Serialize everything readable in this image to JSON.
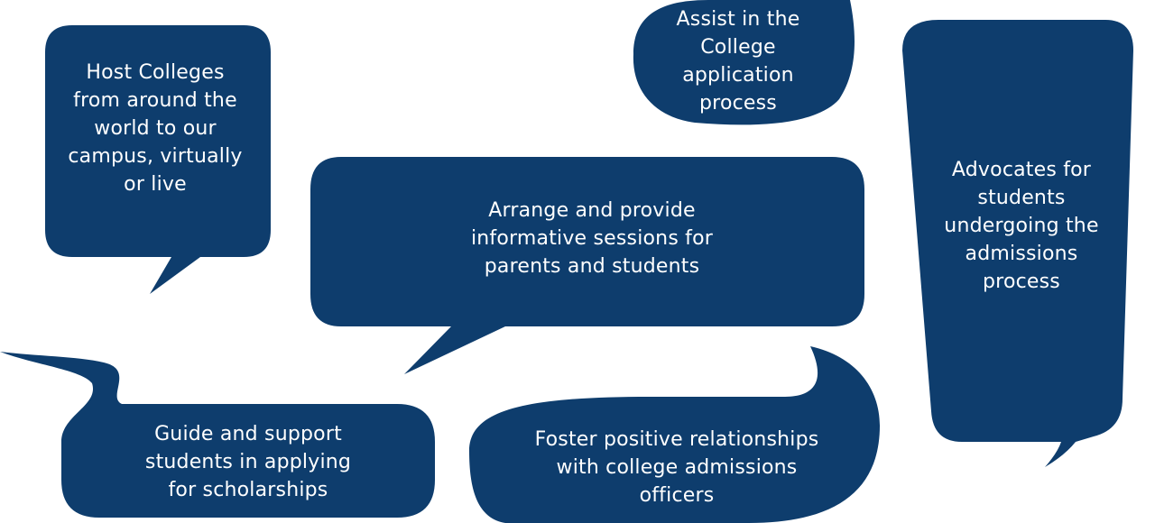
{
  "colors": {
    "bubble_fill": "#0e3d6d",
    "text": "#ffffff",
    "background": "#ffffff"
  },
  "bubbles": [
    {
      "id": "host",
      "lines": [
        "Host Colleges",
        "from around the",
        "world to our",
        "campus, virtually",
        "or live"
      ]
    },
    {
      "id": "assist",
      "lines": [
        "Assist in the",
        "College",
        "application",
        "process"
      ]
    },
    {
      "id": "arrange",
      "lines": [
        "Arrange and provide",
        "informative sessions for",
        "parents and students"
      ]
    },
    {
      "id": "advocate",
      "lines": [
        "Advocates for",
        "students",
        "undergoing the",
        "admissions",
        "process"
      ]
    },
    {
      "id": "guide",
      "lines": [
        "Guide and support",
        "students in applying",
        "for scholarships"
      ]
    },
    {
      "id": "foster",
      "lines": [
        "Foster positive relationships",
        "with college admissions",
        "officers"
      ]
    }
  ]
}
